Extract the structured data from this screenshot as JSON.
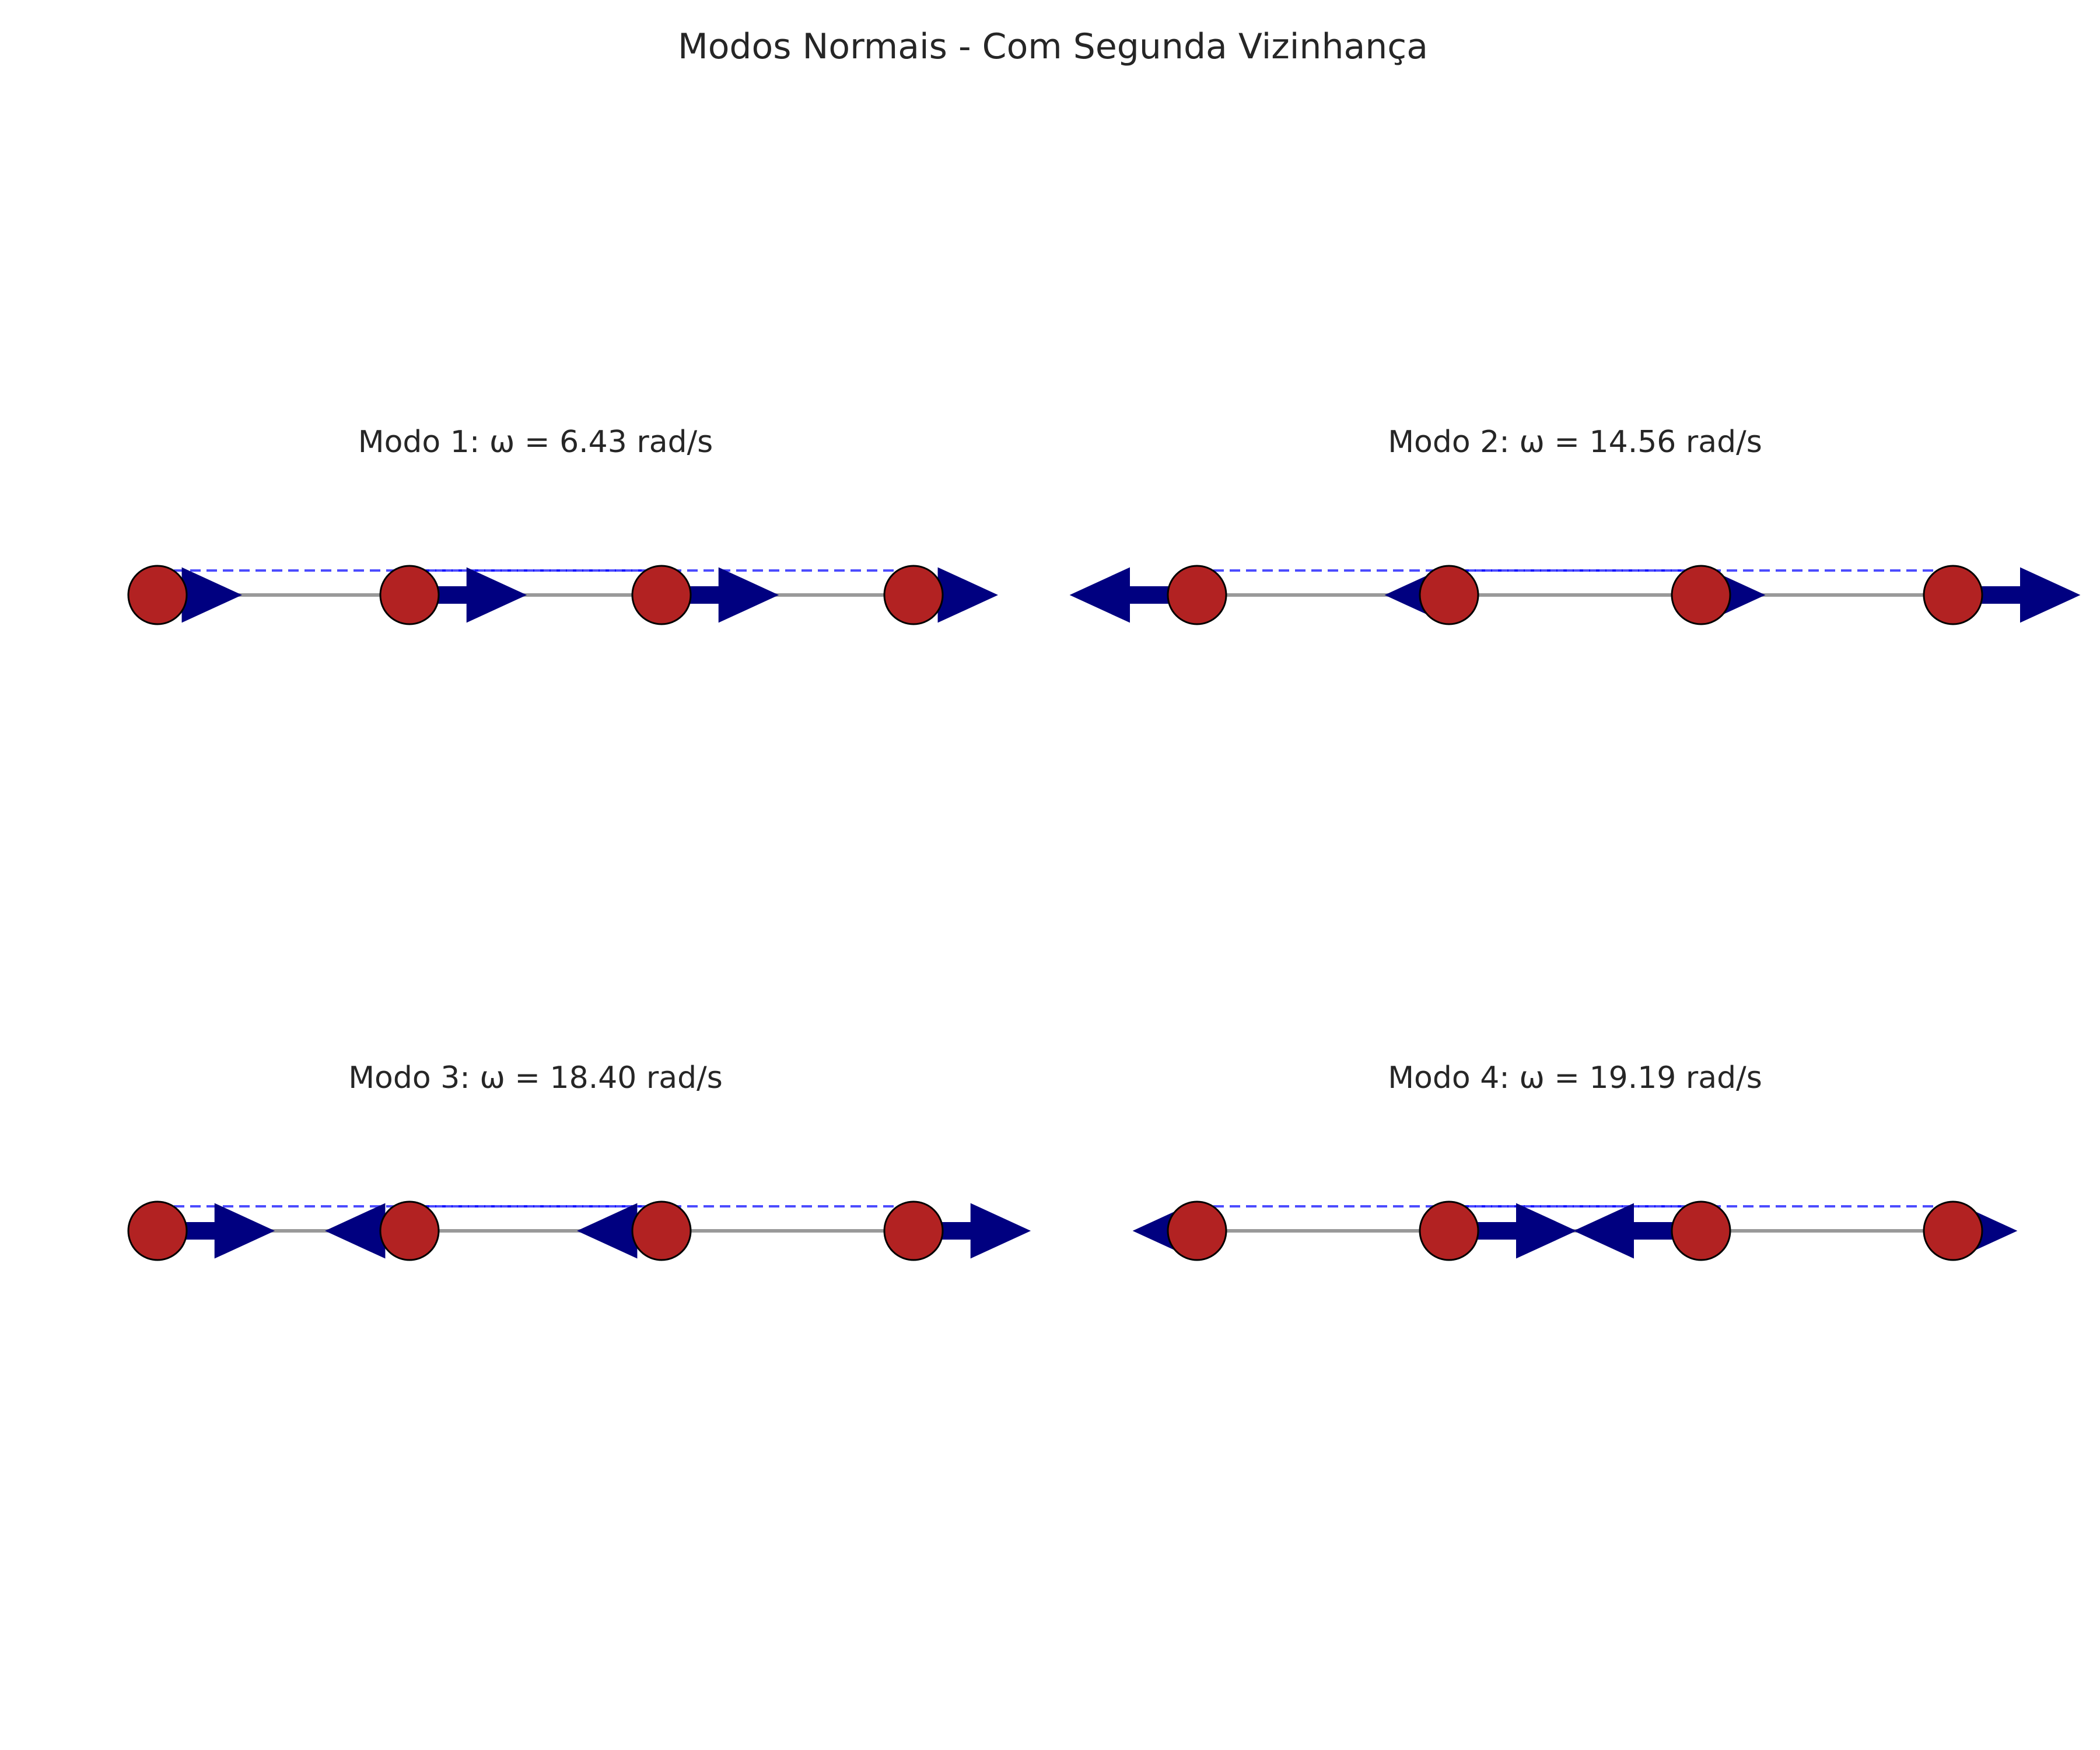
{
  "figure": {
    "title": "Modos Normais - Com Segunda Vizinhança"
  },
  "style": {
    "mass_color": "#B22222",
    "mass_edge_color": "#000000",
    "arrow_color": "#000080",
    "spring_color": "#999999",
    "second_neighbor_color": "#0000FF"
  },
  "chart_data": [
    {
      "type": "diagram",
      "title": "Modo 1: ω = 6.43 rad/s",
      "omega": 6.43,
      "masses": [
        0,
        1,
        2,
        3
      ],
      "displacements": [
        0.33,
        0.46,
        0.46,
        0.33
      ]
    },
    {
      "type": "diagram",
      "title": "Modo 2: ω = 14.56 rad/s",
      "omega": 14.56,
      "masses": [
        0,
        1,
        2,
        3
      ],
      "displacements": [
        -0.5,
        -0.25,
        0.25,
        0.5
      ]
    },
    {
      "type": "diagram",
      "title": "Modo 3: ω = 18.40 rad/s",
      "omega": 18.4,
      "masses": [
        0,
        1,
        2,
        3
      ],
      "displacements": [
        0.46,
        -0.33,
        -0.33,
        0.46
      ]
    },
    {
      "type": "diagram",
      "title": "Modo 4: ω = 19.19 rad/s",
      "omega": 19.19,
      "masses": [
        0,
        1,
        2,
        3
      ],
      "displacements": [
        -0.25,
        0.5,
        -0.5,
        0.25
      ]
    }
  ]
}
